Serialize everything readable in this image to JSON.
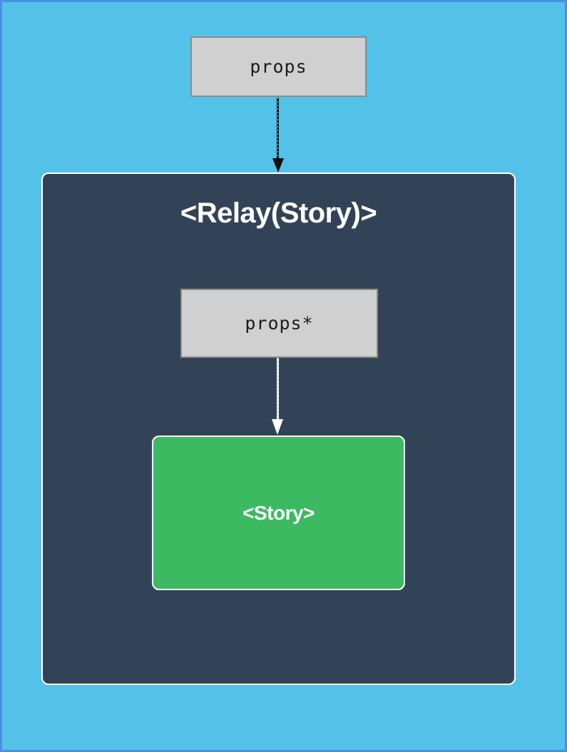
{
  "diagram": {
    "title": "<Relay(Story)>",
    "props_box": {
      "label": "props"
    },
    "inner_props_box": {
      "label": "props*"
    },
    "story_box": {
      "label": "<Story>"
    },
    "colors": {
      "page_background": "#54c1e8",
      "page_border": "#4a90e2",
      "relay_container_background": "#334357",
      "story_box_background": "#3cba62",
      "props_box_background": "#d0d0d0",
      "props_box_border": "#8c8c8c",
      "arrow_top": "#111111",
      "arrow_inner": "#ffffff"
    }
  }
}
